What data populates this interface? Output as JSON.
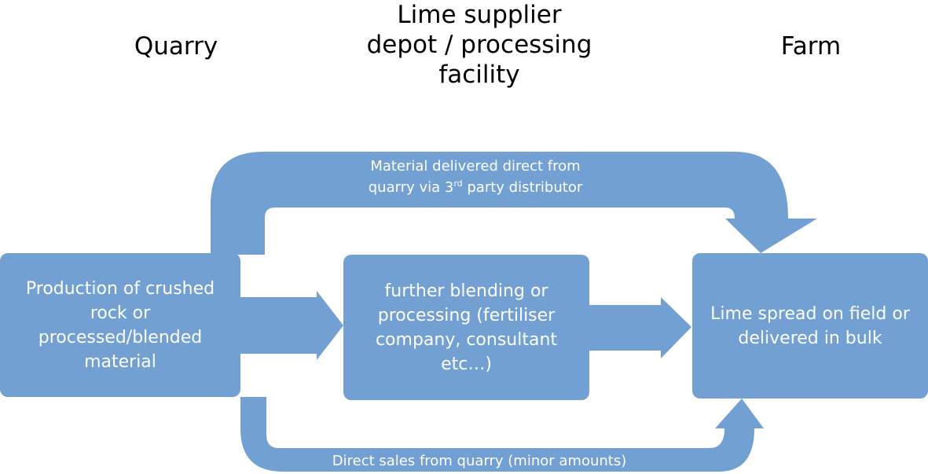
{
  "columns": {
    "quarry": "Quarry",
    "depot": "Lime supplier\ndepot / processing\nfacility",
    "farm": "Farm"
  },
  "nodes": {
    "quarry": [
      "Production of crushed",
      "rock or",
      "processed/blended",
      "material"
    ],
    "depot": [
      "further blending or",
      "processing (fertiliser",
      "company, consultant",
      "etc…)"
    ],
    "farm": [
      "Lime spread on field or",
      "delivered in bulk"
    ]
  },
  "flows": {
    "top": {
      "line1": "Material delivered direct from",
      "line2_prefix": "quarry via 3",
      "line2_sup": "rd",
      "line2_suffix": " party distributor"
    },
    "bottom": "Direct sales from quarry (minor amounts)"
  },
  "colors": {
    "shape_fill": "#72a0d2",
    "text_on_shape": "#ffffff",
    "heading_text": "#000000"
  }
}
